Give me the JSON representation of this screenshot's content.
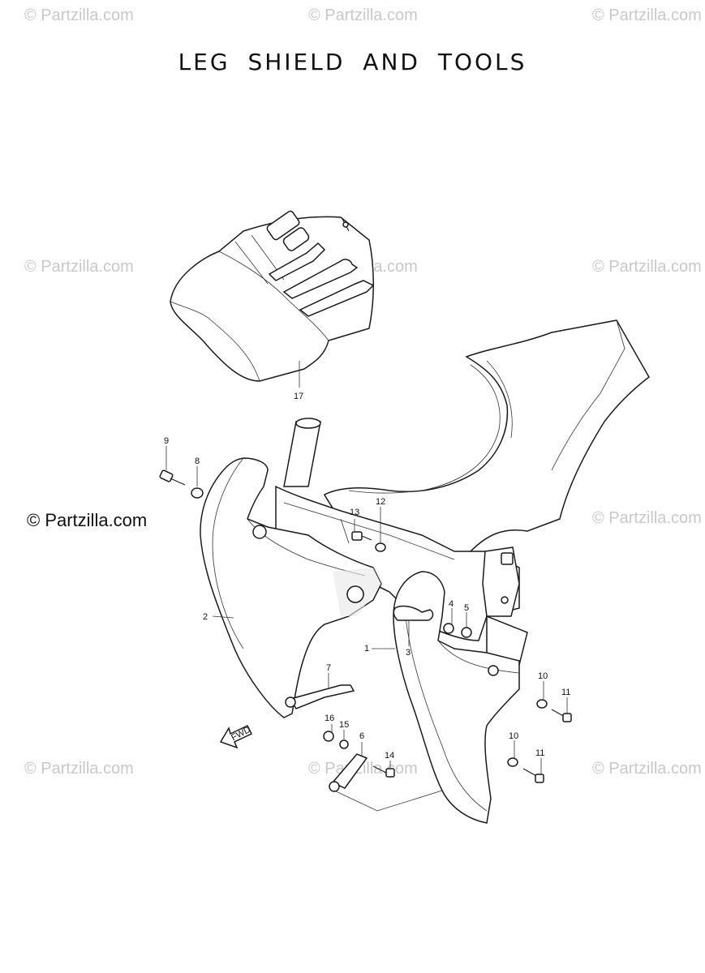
{
  "title": "LEG SHIELD AND TOOLS",
  "watermark": "© Partzilla.com",
  "watermark_strong": "© Partzilla.com",
  "fwd_label": "FWD",
  "callouts": {
    "c1": "1",
    "c2": "2",
    "c3": "3",
    "c4": "4",
    "c5": "5",
    "c6": "6",
    "c7": "7",
    "c8": "8",
    "c9": "9",
    "c10a": "10",
    "c10b": "10",
    "c11a": "11",
    "c11b": "11",
    "c12": "12",
    "c13": "13",
    "c14": "14",
    "c15": "15",
    "c16": "16",
    "c17": "17"
  }
}
